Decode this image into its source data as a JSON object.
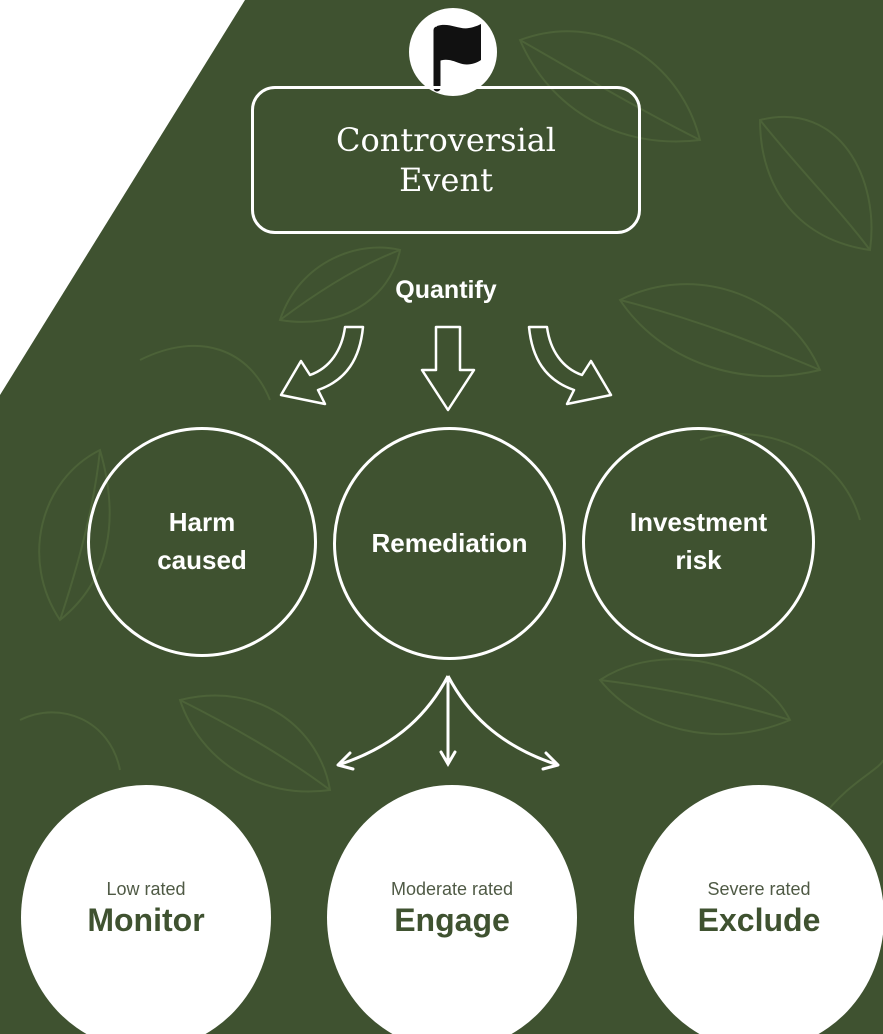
{
  "colors": {
    "background_green": "#3f5230",
    "white": "#ffffff",
    "outcome_text": "#3f5230"
  },
  "event": {
    "icon": "flag-icon",
    "line1": "Controversial",
    "line2": "Event"
  },
  "step_label": "Quantify",
  "factors": [
    {
      "line1": "Harm",
      "line2": "caused"
    },
    {
      "line1": "Remediation",
      "line2": ""
    },
    {
      "line1": "Investment",
      "line2": "risk"
    }
  ],
  "outcomes": [
    {
      "rating": "Low rated",
      "action": "Monitor"
    },
    {
      "rating": "Moderate rated",
      "action": "Engage"
    },
    {
      "rating": "Severe rated",
      "action": "Exclude"
    }
  ]
}
